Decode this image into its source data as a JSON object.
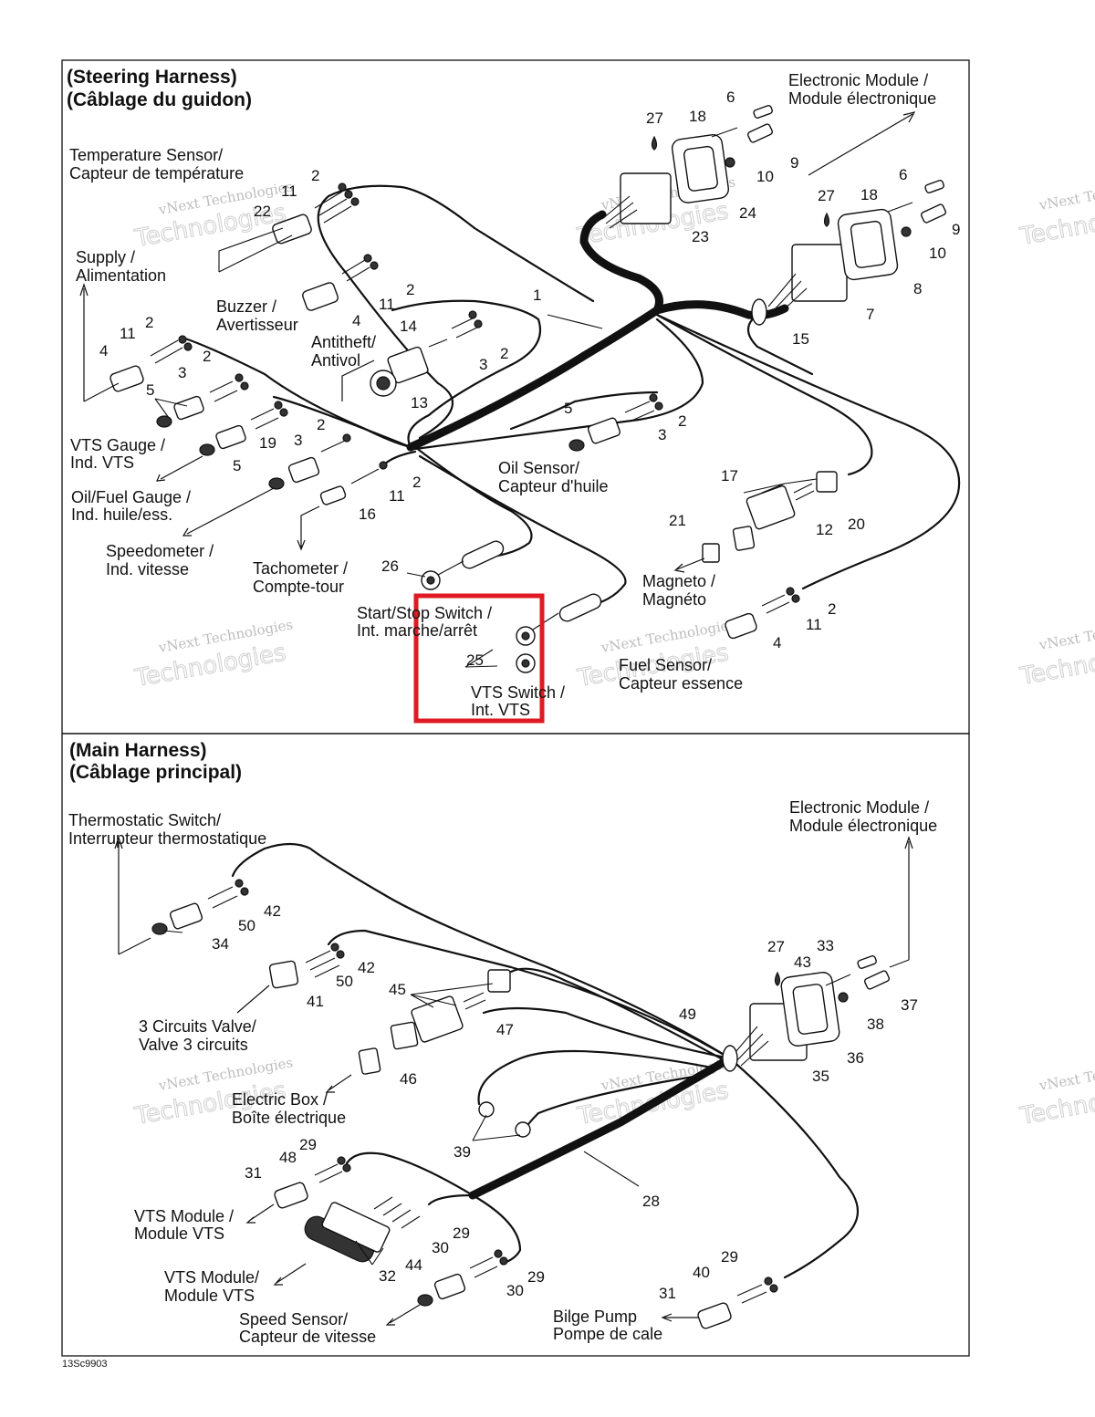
{
  "figure_code": "13Sc9903",
  "watermark": {
    "line1": "vNext Technologies",
    "line2": "Technologies"
  },
  "highlight_color": "#e01a22",
  "steering": {
    "title_en": "(Steering Harness)",
    "title_fr": "(Câblage du guidon)",
    "labels": [
      {
        "id": "electronic-module",
        "lines": [
          "Electronic Module /",
          "Module électronique"
        ]
      },
      {
        "id": "temperature-sensor",
        "lines": [
          "Temperature Sensor/",
          "Capteur de température"
        ]
      },
      {
        "id": "supply",
        "lines": [
          "Supply /",
          "Alimentation"
        ]
      },
      {
        "id": "buzzer",
        "lines": [
          "Buzzer /",
          "Avertisseur"
        ]
      },
      {
        "id": "antitheft",
        "lines": [
          "Antitheft/",
          "Antivol"
        ]
      },
      {
        "id": "vts-gauge",
        "lines": [
          "VTS Gauge /",
          "Ind. VTS"
        ]
      },
      {
        "id": "oil-fuel-gauge",
        "lines": [
          "Oil/Fuel Gauge /",
          "Ind. huile/ess."
        ]
      },
      {
        "id": "speedometer",
        "lines": [
          "Speedometer /",
          "Ind. vitesse"
        ]
      },
      {
        "id": "tachometer",
        "lines": [
          "Tachometer /",
          "Compte-tour"
        ]
      },
      {
        "id": "start-stop-switch",
        "lines": [
          "Start/Stop Switch /",
          "Int. marche/arrêt"
        ]
      },
      {
        "id": "vts-switch",
        "lines": [
          "VTS Switch /",
          "Int. VTS"
        ]
      },
      {
        "id": "oil-sensor",
        "lines": [
          "Oil Sensor/",
          "Capteur d'huile"
        ]
      },
      {
        "id": "magneto",
        "lines": [
          "Magneto /",
          "Magnéto"
        ]
      },
      {
        "id": "fuel-sensor",
        "lines": [
          "Fuel Sensor/",
          "Capteur essence"
        ]
      }
    ],
    "callouts": [
      "27",
      "18",
      "6",
      "9",
      "10",
      "24",
      "23",
      "6",
      "27",
      "18",
      "9",
      "10",
      "8",
      "7",
      "15",
      "2",
      "11",
      "22",
      "2",
      "11",
      "4",
      "1",
      "14",
      "2",
      "3",
      "13",
      "11",
      "2",
      "4",
      "2",
      "3",
      "5",
      "3",
      "2",
      "19",
      "5",
      "2",
      "11",
      "16",
      "5",
      "2",
      "3",
      "17",
      "20",
      "12",
      "21",
      "26",
      "25",
      "2",
      "11",
      "4"
    ]
  },
  "main": {
    "title_en": "(Main Harness)",
    "title_fr": "(Câblage principal)",
    "labels": [
      {
        "id": "thermostatic-switch",
        "lines": [
          "Thermostatic Switch/",
          "Interrupteur thermostatique"
        ]
      },
      {
        "id": "electronic-module-main",
        "lines": [
          "Electronic Module /",
          "Module électronique"
        ]
      },
      {
        "id": "three-circuits-valve",
        "lines": [
          "3 Circuits Valve/",
          "Valve 3 circuits"
        ]
      },
      {
        "id": "electric-box",
        "lines": [
          "Electric Box /",
          "Boîte électrique"
        ]
      },
      {
        "id": "vts-module-1",
        "lines": [
          "VTS Module /",
          "Module VTS"
        ]
      },
      {
        "id": "vts-module-2",
        "lines": [
          "VTS Module/",
          "Module VTS"
        ]
      },
      {
        "id": "speed-sensor",
        "lines": [
          "Speed Sensor/",
          "Capteur de vitesse"
        ]
      },
      {
        "id": "bilge-pump",
        "lines": [
          "Bilge Pump",
          "Pompe de cale"
        ]
      }
    ],
    "callouts": [
      "42",
      "50",
      "34",
      "42",
      "50",
      "41",
      "45",
      "47",
      "46",
      "27",
      "33",
      "43",
      "37",
      "38",
      "36",
      "35",
      "49",
      "39",
      "28",
      "29",
      "48",
      "31",
      "29",
      "30",
      "32",
      "44",
      "29",
      "30",
      "29",
      "40",
      "31"
    ]
  }
}
